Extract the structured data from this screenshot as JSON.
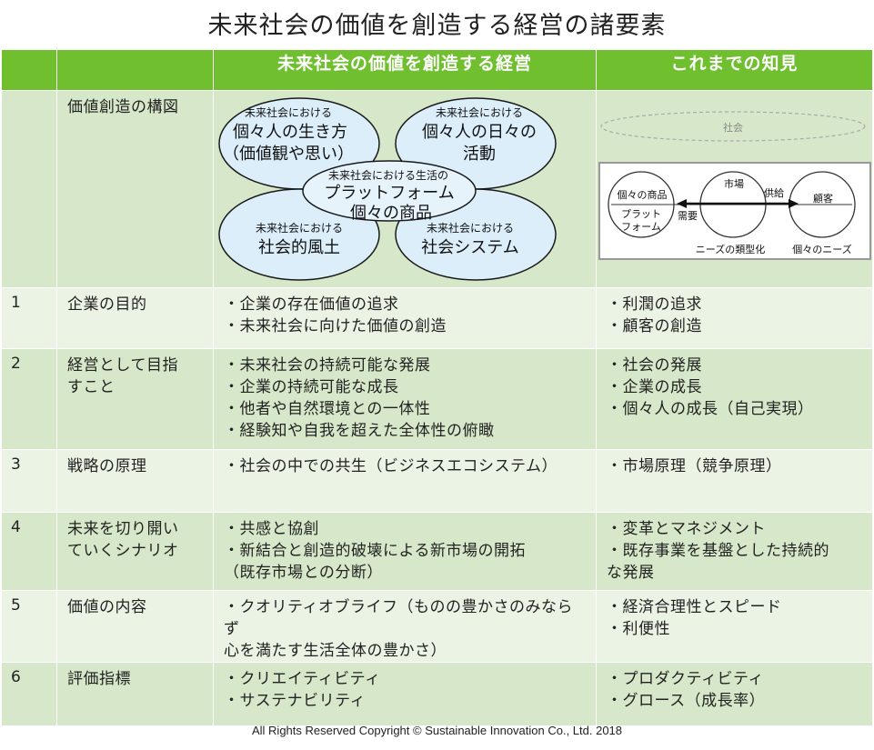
{
  "title": "未来社会の価値を創造する経営の諸要素",
  "header": {
    "col_future": "未来社会の価値を創造する経営",
    "col_past": "これまでの知見"
  },
  "row0": {
    "label": "価値創造の構図",
    "venn": {
      "tl_small": "未来社会における",
      "tl_big1": "個々人の生き方",
      "tl_big2": "（価値観や思い）",
      "tr_small": "未来社会における",
      "tr_big1": "個々人の日々の",
      "tr_big2": "活動",
      "bl_small": "未来社会における",
      "bl_big": "社会的風土",
      "br_small": "未来社会における",
      "br_big": "社会システム",
      "c_small": "未来社会における生活の",
      "c_big1": "プラットフォーム",
      "c_big2": "個々の商品"
    },
    "market": {
      "society": "社会",
      "left_top": "個々の商品",
      "left_bottom1": "プラット",
      "left_bottom2": "フォーム",
      "center": "市場",
      "supply": "供給",
      "demand": "需要",
      "right": "顧客",
      "needs_type": "ニーズの類型化",
      "needs_each": "個々のニーズ"
    }
  },
  "rows": [
    {
      "num": "1",
      "label": [
        "企業の目的"
      ],
      "future": [
        "・企業の存在価値の追求",
        "・未来社会に向けた価値の創造"
      ],
      "past": [
        "・利潤の追求",
        "・顧客の創造"
      ]
    },
    {
      "num": "2",
      "label": [
        "経営として目指",
        "すこと"
      ],
      "future": [
        "・未来社会の持続可能な発展",
        "・企業の持続可能な成長",
        "・他者や自然環境との一体性",
        "・経験知や自我を超えた全体性の俯瞰"
      ],
      "past": [
        "・社会の発展",
        "・企業の成長",
        "・個々人の成長（自己実現）"
      ]
    },
    {
      "num": "3",
      "label": [
        "戦略の原理"
      ],
      "future": [
        "・社会の中での共生（ビジネスエコシステム）"
      ],
      "past": [
        "・市場原理（競争原理）"
      ]
    },
    {
      "num": "4",
      "label": [
        "未来を切り開い",
        "ていくシナリオ"
      ],
      "future": [
        "・共感と協創",
        "・新結合と創造的破壊による新市場の開拓",
        "（既存市場との分断）"
      ],
      "past": [
        "・変革とマネジメント",
        "・既存事業を基盤とした持続的",
        "な発展"
      ]
    },
    {
      "num": "5",
      "label": [
        "価値の内容"
      ],
      "future": [
        "・クオリティオブライフ（ものの豊かさのみならず",
        "心を満たす生活全体の豊かさ）"
      ],
      "past": [
        "・経済合理性とスピード",
        "・利便性"
      ]
    },
    {
      "num": "6",
      "label": [
        "評価指標"
      ],
      "future": [
        "・クリエイティビティ",
        "・サステナビリティ"
      ],
      "past": [
        "・プロダクティビティ",
        "・グロース（成長率）"
      ]
    }
  ],
  "copyright": "All Rights Reserved Copyright  © Sustainable Innovation  Co., Ltd.  2018"
}
